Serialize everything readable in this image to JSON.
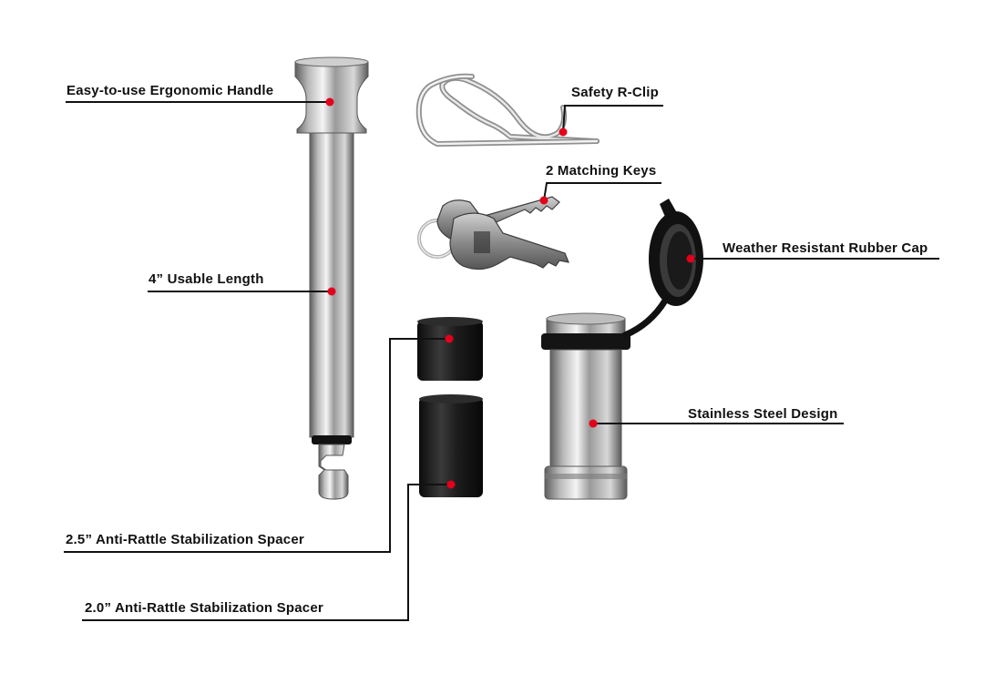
{
  "labels": {
    "handle": "Easy-to-use Ergonomic Handle",
    "length": "4” Usable Length",
    "spacer_25": "2.5” Anti-Rattle Stabilization Spacer",
    "spacer_20": "2.0” Anti-Rattle Stabilization Spacer",
    "rclip": "Safety R-Clip",
    "keys": "2 Matching Keys",
    "cap": "Weather Resistant Rubber Cap",
    "steel": "Stainless Steel Design"
  },
  "colors": {
    "background": "#ffffff",
    "leader_line": "#111111",
    "marker_dot": "#e3001b",
    "steel_light": "#e6e6e6",
    "steel_dark": "#6f6f6f",
    "rubber": "#1a1a1a"
  },
  "icons": [
    "hitch-pin-lock",
    "r-clip",
    "keys",
    "spacer-sleeve",
    "lock-barrel",
    "rubber-cap"
  ]
}
